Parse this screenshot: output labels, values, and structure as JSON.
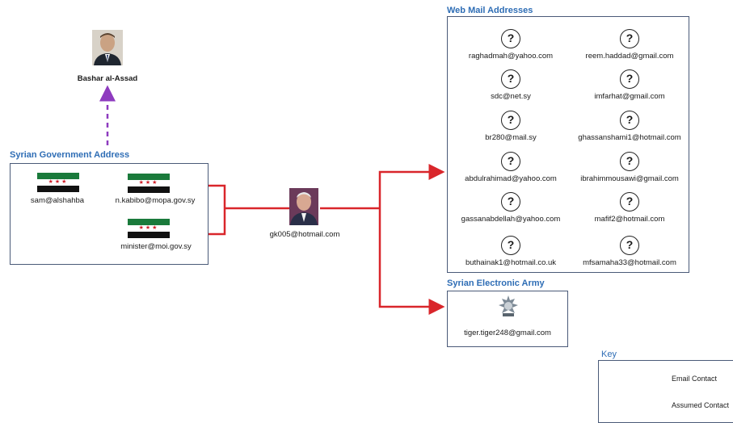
{
  "assad": {
    "name": "Bashar al-Assad"
  },
  "government": {
    "title": "Syrian Government Address",
    "emails": [
      "sam@alshahba",
      "n.kabibo@mopa.gov.sy",
      "minister@moi.gov.sy"
    ]
  },
  "center": {
    "email": "gk005@hotmail.com"
  },
  "webmail": {
    "title": "Web Mail Addresses",
    "unknown_symbol": "?",
    "left": [
      "raghadmah@yahoo.com",
      "sdc@net.sy",
      "br280@mail.sy",
      "abdulrahimad@yahoo.com",
      "gassanabdellah@yahoo.com",
      "buthainak1@hotmail.co.uk"
    ],
    "right": [
      "reem.haddad@gmail.com",
      "imfarhat@gmail.com",
      "ghassanshami1@hotmail.com",
      "ibrahimmousawi@gmail.com",
      "mafif2@hotmail.com",
      "mfsamaha33@hotmail.com"
    ]
  },
  "sea": {
    "title": "Syrian Electronic Army",
    "email": "tiger.tiger248@gmail.com"
  },
  "key": {
    "title": "Key",
    "email_contact": "Email Contact",
    "assumed_contact": "Assumed Contact"
  },
  "colors": {
    "email_line": "#d9262b",
    "assumed_line": "#8e3bbf",
    "title": "#2e6db5",
    "box_border": "#4a5a78"
  }
}
